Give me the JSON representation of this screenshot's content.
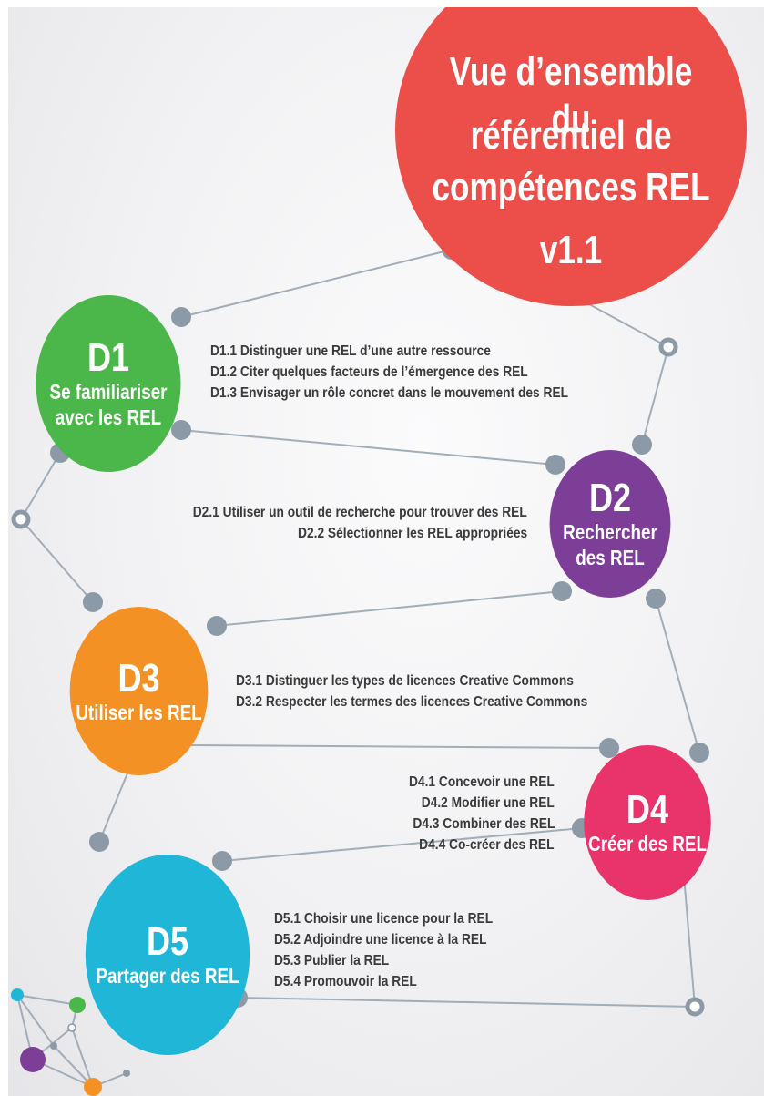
{
  "title": {
    "lines": [
      "Vue d’ensemble du",
      "référentiel de",
      "compétences REL",
      "v1.1"
    ]
  },
  "colors": {
    "title": "#ec4f4a",
    "d1": "#4bb74a",
    "d2": "#7d3e98",
    "d3": "#f49125",
    "d4": "#e9336b",
    "d5": "#1fb6d8",
    "connector": "#8c9aa8"
  },
  "domains": [
    {
      "code": "D1",
      "name": [
        "Se familiariser",
        "avec les REL"
      ],
      "competences": [
        "D1.1 Distinguer une REL d’une autre ressource",
        "D1.2 Citer quelques facteurs de l’émergence des REL",
        "D1.3 Envisager un rôle concret dans le mouvement des REL"
      ]
    },
    {
      "code": "D2",
      "name": [
        "Rechercher",
        "des REL"
      ],
      "competences": [
        "D2.1 Utiliser un outil de recherche pour trouver des REL",
        "D2.2 Sélectionner les REL appropriées"
      ]
    },
    {
      "code": "D3",
      "name": [
        "Utiliser les REL"
      ],
      "competences": [
        "D3.1 Distinguer les types de licences Creative Commons",
        "D3.2 Respecter les termes des licences Creative Commons"
      ]
    },
    {
      "code": "D4",
      "name": [
        "Créer des REL"
      ],
      "competences": [
        "D4.1 Concevoir une REL",
        "D4.2 Modifier une REL",
        "D4.3 Combiner des REL",
        "D4.4 Co-créer des REL"
      ]
    },
    {
      "code": "D5",
      "name": [
        "Partager des REL"
      ],
      "competences": [
        "D5.1 Choisir une licence pour la REL",
        "D5.2 Adjoindre une licence à la REL",
        "D5.3 Publier la REL",
        "D5.4 Promouvoir la REL"
      ]
    }
  ]
}
